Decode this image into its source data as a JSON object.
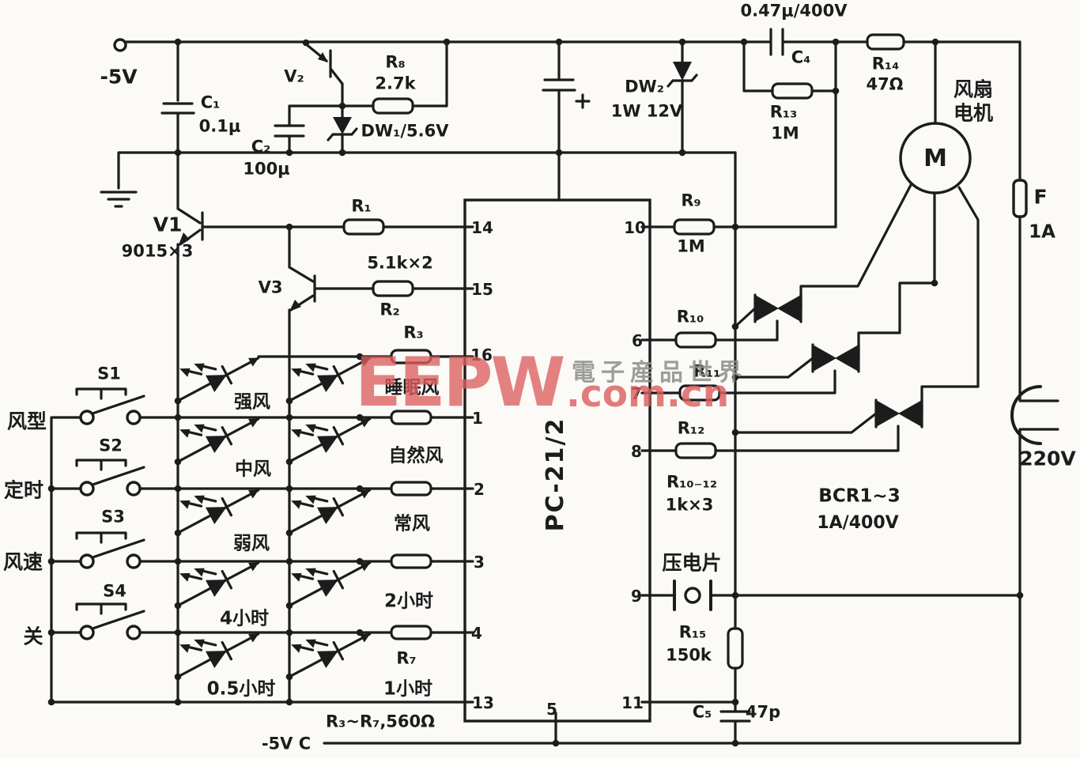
{
  "ic": {
    "name": "PC-21/2",
    "pins_left": [
      "14",
      "15",
      "16",
      "1",
      "2",
      "3",
      "4",
      "13"
    ],
    "pins_right": [
      "10",
      "6",
      "7",
      "8",
      "9",
      "11"
    ],
    "pin_bottom": "5"
  },
  "parts": {
    "neg5v": "-5V",
    "c1": "C₁",
    "c1_value": "0.1μ",
    "c2": "C₂",
    "c2_value": "100μ",
    "v1": "V1",
    "v1_value": "9015×3",
    "v2": "V₂",
    "v3": "V3",
    "r8": "R₈",
    "r8_value": "2.7k",
    "dw1": "DW₁/5.6V",
    "dw2": "DW₂",
    "dw2_value": "1W 12V",
    "r1": "R₁",
    "r1r2_value": "5.1k×2",
    "r2": "R₂",
    "r3": "R₃",
    "r7": "R₇",
    "r3_r7_note": "R₃~R₇,560Ω",
    "c4_value": "0.47μ/400V",
    "c4": "C₄",
    "r13": "R₁₃",
    "r13_value": "1M",
    "r14": "R₁₄",
    "r14_value": "47Ω",
    "fan_motor_line1": "风扇",
    "fan_motor_line2": "电机",
    "motor": "M",
    "fuse": "F",
    "fuse_value": "1A",
    "mains_voltage": "220V",
    "r9": "R₉",
    "r9_value": "1M",
    "r10": "R₁₀",
    "r11": "R₁₁",
    "r12": "R₁₂",
    "r10_12": "R₁₀₋₁₂",
    "r10_12_value": "1k×3",
    "bcr": "BCR1~3",
    "bcr_value": "1A/400V",
    "piezo": "压电片",
    "r15": "R₁₅",
    "r15_value": "150k",
    "c5": "C₅",
    "c5_value": "47p",
    "neg5v_c": "-5V C"
  },
  "switches": [
    {
      "id": "S1",
      "function": "风型"
    },
    {
      "id": "S2",
      "function": "定时"
    },
    {
      "id": "S3",
      "function": "风速"
    },
    {
      "id": "S4",
      "function": "关"
    }
  ],
  "leds": {
    "left_column": [
      "强风",
      "中风",
      "弱风",
      "4小时",
      "0.5小时"
    ],
    "right_column": [
      "睡眠风",
      "自然风",
      "常风",
      "2小时",
      "1小时"
    ]
  },
  "watermark": {
    "logo": "EEPW",
    "site_name": "電子産品世界",
    "domain": ".com.cn"
  },
  "colors": {
    "ink": "#1c1c1c",
    "paper": "#fbfaf7",
    "watermark_red": "#dc5f5f",
    "watermark_gray": "#8c8c8c"
  }
}
